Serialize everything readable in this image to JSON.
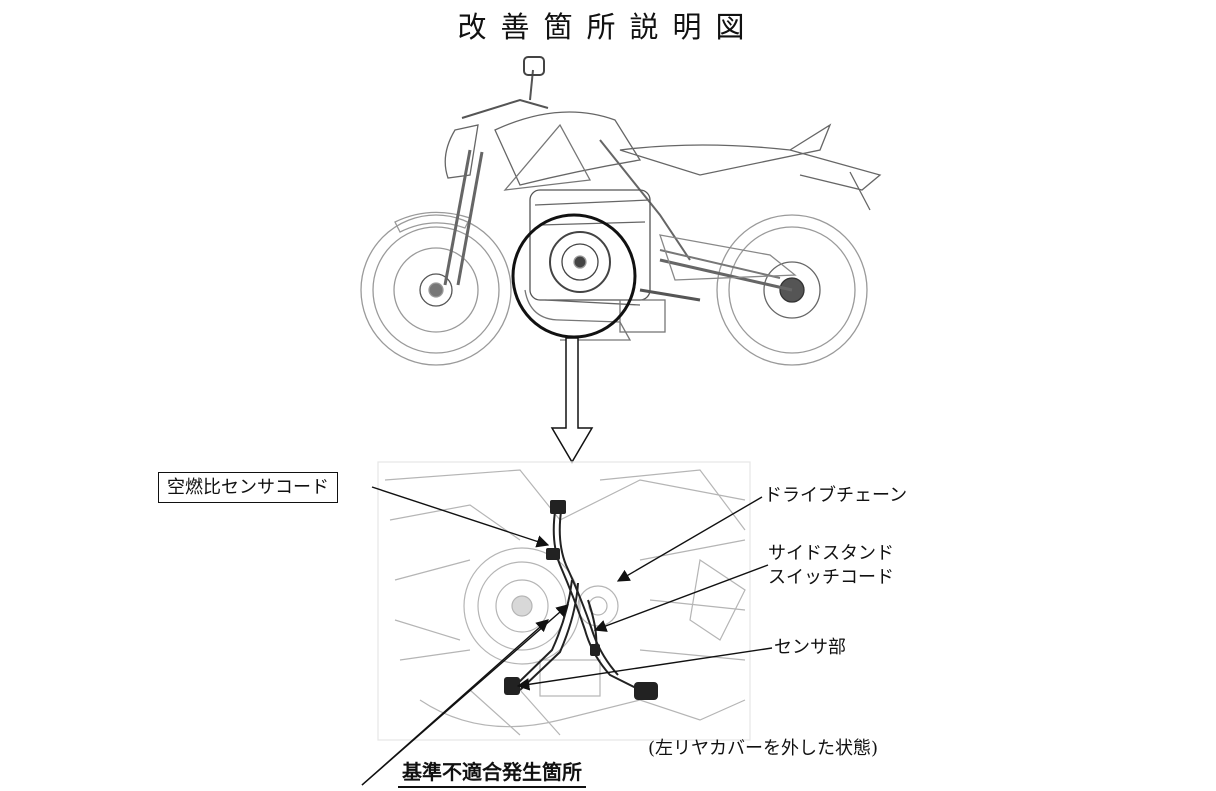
{
  "title": "改善箇所説明図",
  "labels": {
    "af_sensor_cord": "空燃比センサコード",
    "drive_chain": "ドライブチェーン",
    "side_stand_switch_cord": "サイドスタンド\nスイッチコード",
    "sensor_part": "センサ部",
    "left_rear_cover_removed": "(左リヤカバーを外した状態)",
    "nonconformance_location": "基準不適合発生箇所"
  }
}
